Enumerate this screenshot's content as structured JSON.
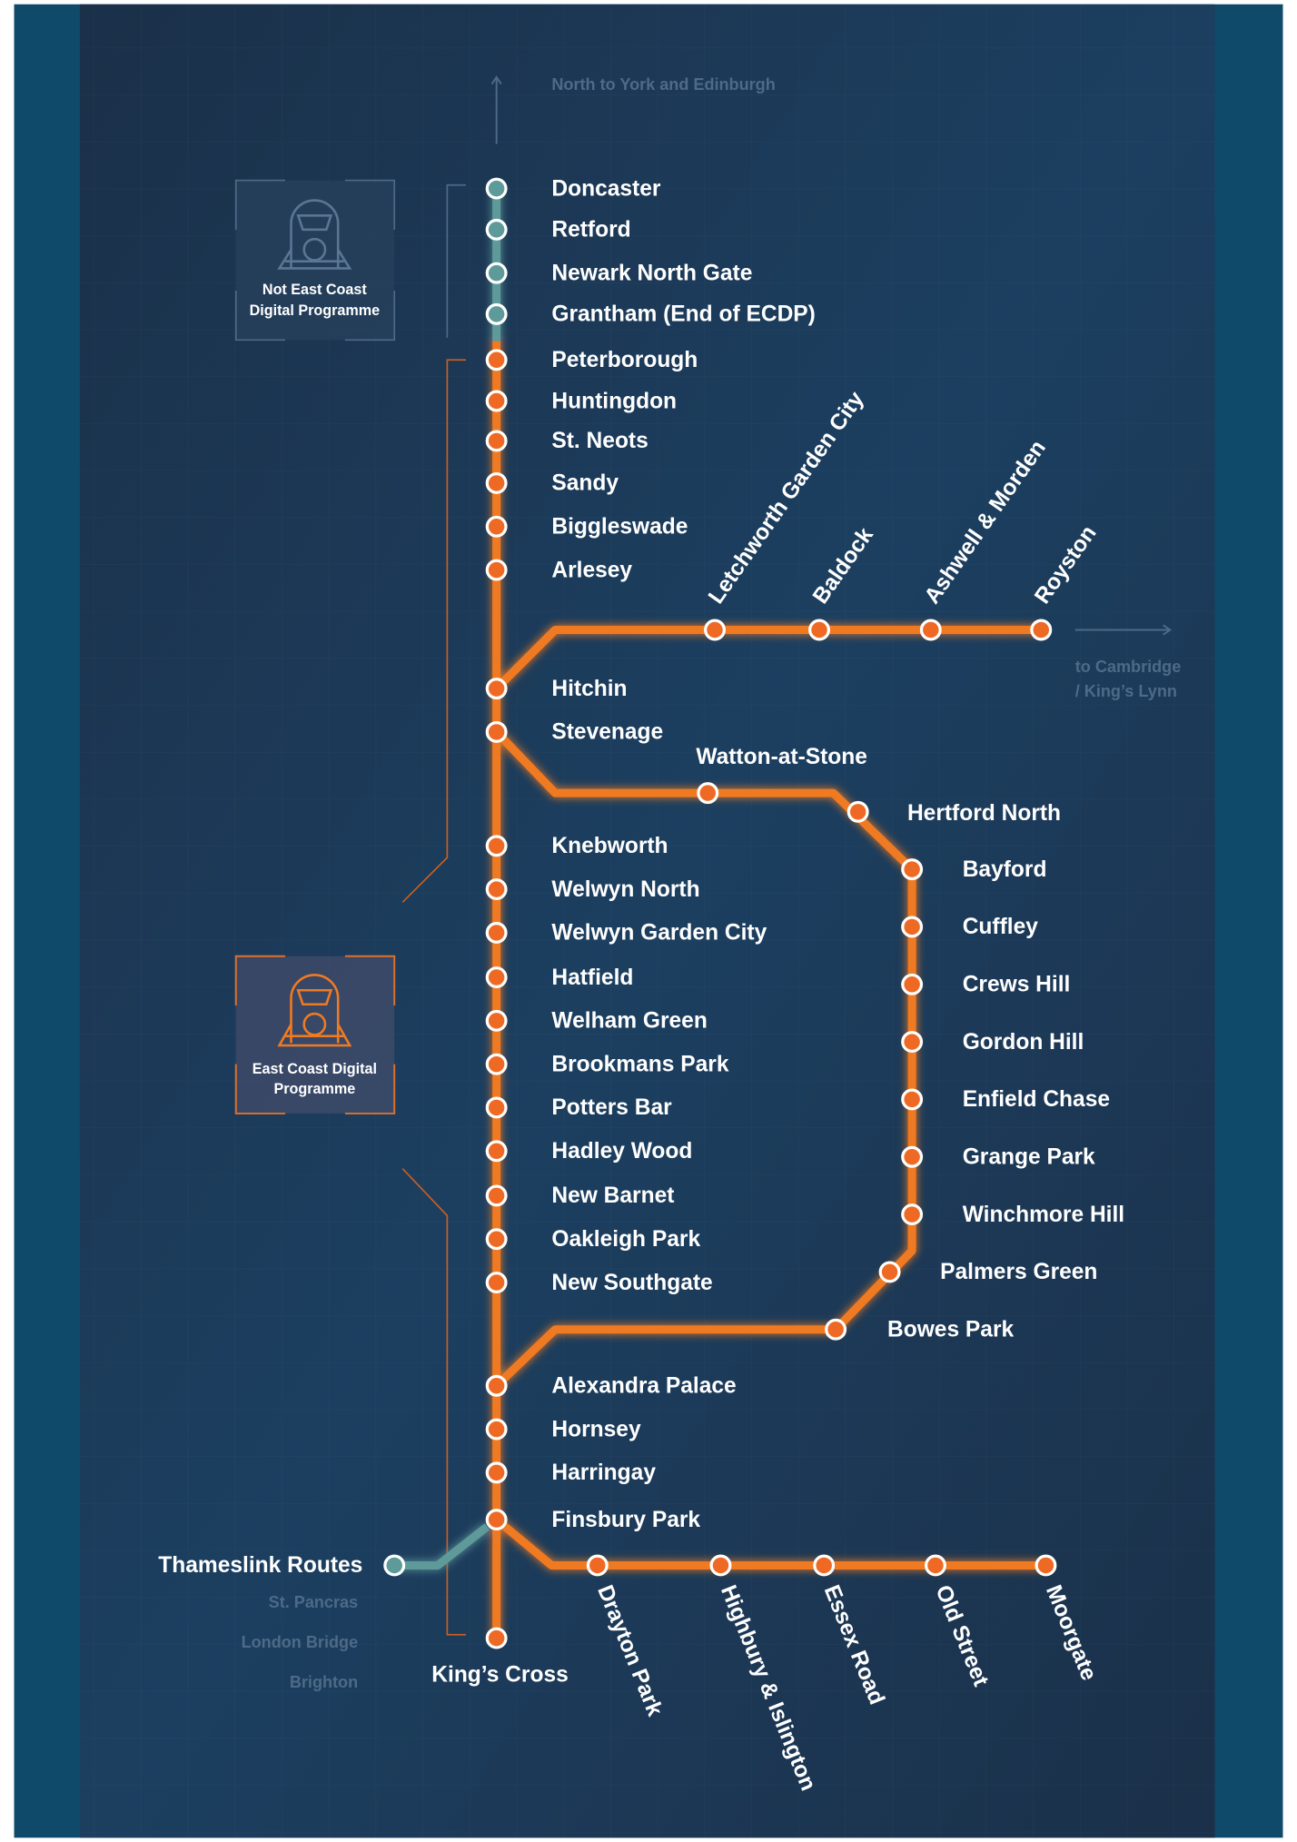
{
  "colors": {
    "frame": "#0f4a6b",
    "panel": "#1b3450",
    "ecdp_line": "#f07a22",
    "non_ecdp_line": "#5e9a9a",
    "muted_text": "#4d6a88"
  },
  "north_label": "North to York and Edinburgh",
  "legend": {
    "not_ecdp": "Not East Coast Digital Programme",
    "not_ecdp_line1": "Not East Coast",
    "not_ecdp_line2": "Digital Programme",
    "ecdp_line1": "East Coast Digital",
    "ecdp_line2": "Programme"
  },
  "stations": {
    "main": [
      "Doncaster",
      "Retford",
      "Newark North Gate",
      "Grantham (End of ECDP)",
      "Peterborough",
      "Huntingdon",
      "St. Neots",
      "Sandy",
      "Biggleswade",
      "Arlesey",
      "Hitchin",
      "Stevenage",
      "Knebworth",
      "Welwyn North",
      "Welwyn Garden City",
      "Hatfield",
      "Welham Green",
      "Brookmans Park",
      "Potters Bar",
      "Hadley Wood",
      "New Barnet",
      "Oakleigh Park",
      "New Southgate",
      "Alexandra Palace",
      "Hornsey",
      "Harringay",
      "Finsbury Park",
      "King’s Cross"
    ],
    "royston_branch": [
      "Letchworth Garden City",
      "Baldock",
      "Ashwell & Morden",
      "Royston"
    ],
    "hertford_loop": [
      "Watton-at-Stone",
      "Hertford North",
      "Bayford",
      "Cuffley",
      "Crews Hill",
      "Gordon Hill",
      "Enfield Chase",
      "Grange Park",
      "Winchmore Hill",
      "Palmers Green",
      "Bowes Park"
    ],
    "moorgate_branch": [
      "Drayton Park",
      "Highbury & Islington",
      "Essex Road",
      "Old Street",
      "Moorgate"
    ]
  },
  "cambridge": {
    "line1": "to Cambridge",
    "line2": "/  King’s Lynn"
  },
  "thameslink": {
    "label": "Thameslink Routes",
    "destinations": [
      "St. Pancras",
      "London Bridge",
      "Brighton"
    ]
  }
}
